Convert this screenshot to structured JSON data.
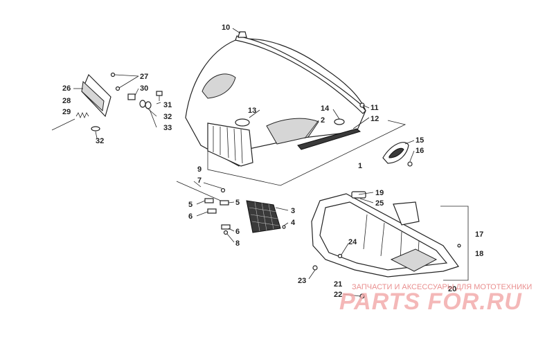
{
  "callouts": {
    "c1": "1",
    "c2": "2",
    "c3": "3",
    "c4": "4",
    "c5a": "5",
    "c5b": "5",
    "c6a": "6",
    "c6b": "6",
    "c7": "7",
    "c8": "8",
    "c9": "9",
    "c10": "10",
    "c11": "11",
    "c12": "12",
    "c13": "13",
    "c14": "14",
    "c15": "15",
    "c16": "16",
    "c17": "17",
    "c18": "18",
    "c19": "19",
    "c20": "20",
    "c21": "21",
    "c22": "22",
    "c23": "23",
    "c24": "24",
    "c25": "25",
    "c26": "26",
    "c27": "27",
    "c28": "28",
    "c29": "29",
    "c30": "30",
    "c31": "31",
    "c32a": "32",
    "c32b": "32",
    "c33": "33"
  },
  "watermark": {
    "tagline": "ЗАПЧАСТИ И АКСЕССУАРЫ ДЛЯ МОТОТЕХНИКИ",
    "brand": "PARTS FOR.RU"
  }
}
